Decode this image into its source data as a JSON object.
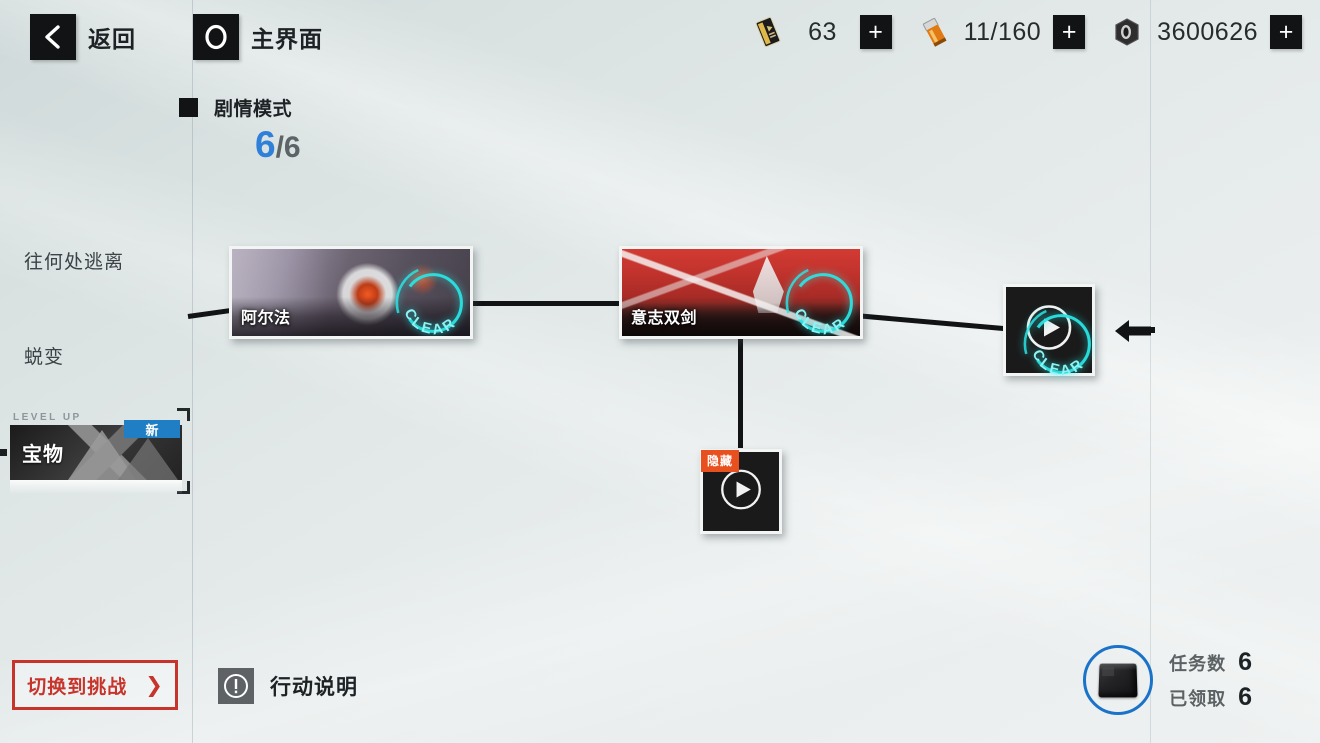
{
  "topbar": {
    "back": {
      "label": "返回",
      "icon": "chevron-left-icon"
    },
    "home": {
      "label": "主界面",
      "icon": "circle-icon"
    },
    "resources": [
      {
        "id": "ticket",
        "icon": "ticket-card-icon",
        "value": "63",
        "plus": "+"
      },
      {
        "id": "energy",
        "icon": "energy-battery-icon",
        "value": "11/160",
        "plus": "+"
      },
      {
        "id": "currency",
        "icon": "nut-bolt-icon",
        "value": "3600626",
        "plus": "+"
      }
    ]
  },
  "mode": {
    "title": "剧情模式",
    "progress_current": "6",
    "progress_separator": "/",
    "progress_total": "6"
  },
  "sidebar": {
    "chapters": [
      {
        "label": "往何处逃离"
      },
      {
        "label": "蜕变"
      }
    ],
    "treasure": {
      "levelup": "LEVEL UP",
      "name": "宝物",
      "badge": "新"
    }
  },
  "map": {
    "nodes": [
      {
        "id": "alpha",
        "type": "wide",
        "name": "阿尔法",
        "status": "CLEAR",
        "cleared": true
      },
      {
        "id": "twin-swords",
        "type": "wide",
        "name": "意志双剑",
        "status": "CLEAR",
        "cleared": true
      },
      {
        "id": "right-node",
        "type": "square",
        "name": "",
        "status": "CLEAR",
        "cleared": true
      },
      {
        "id": "hidden-node",
        "type": "square",
        "name": "",
        "badge": "隐藏",
        "cleared": false
      }
    ]
  },
  "bottom": {
    "switch_label": "切换到挑战",
    "switch_chevron": "❯",
    "action_label": "行动说明",
    "action_icon": "info-exclamation-icon",
    "mission": {
      "count_label": "任务数",
      "count_value": "6",
      "claimed_label": "已领取",
      "claimed_value": "6",
      "icon": "crate-icon"
    }
  },
  "colors": {
    "background_top": "#cfd9d9",
    "background_bottom": "#eef1f1",
    "accent_blue": "#2f80d8",
    "clear_cyan": "#2ae3e3",
    "danger_red": "#c7342c",
    "badge_orange": "#e8511f",
    "badge_blue": "#1f7ec4",
    "ring_blue": "#1a73c9"
  }
}
